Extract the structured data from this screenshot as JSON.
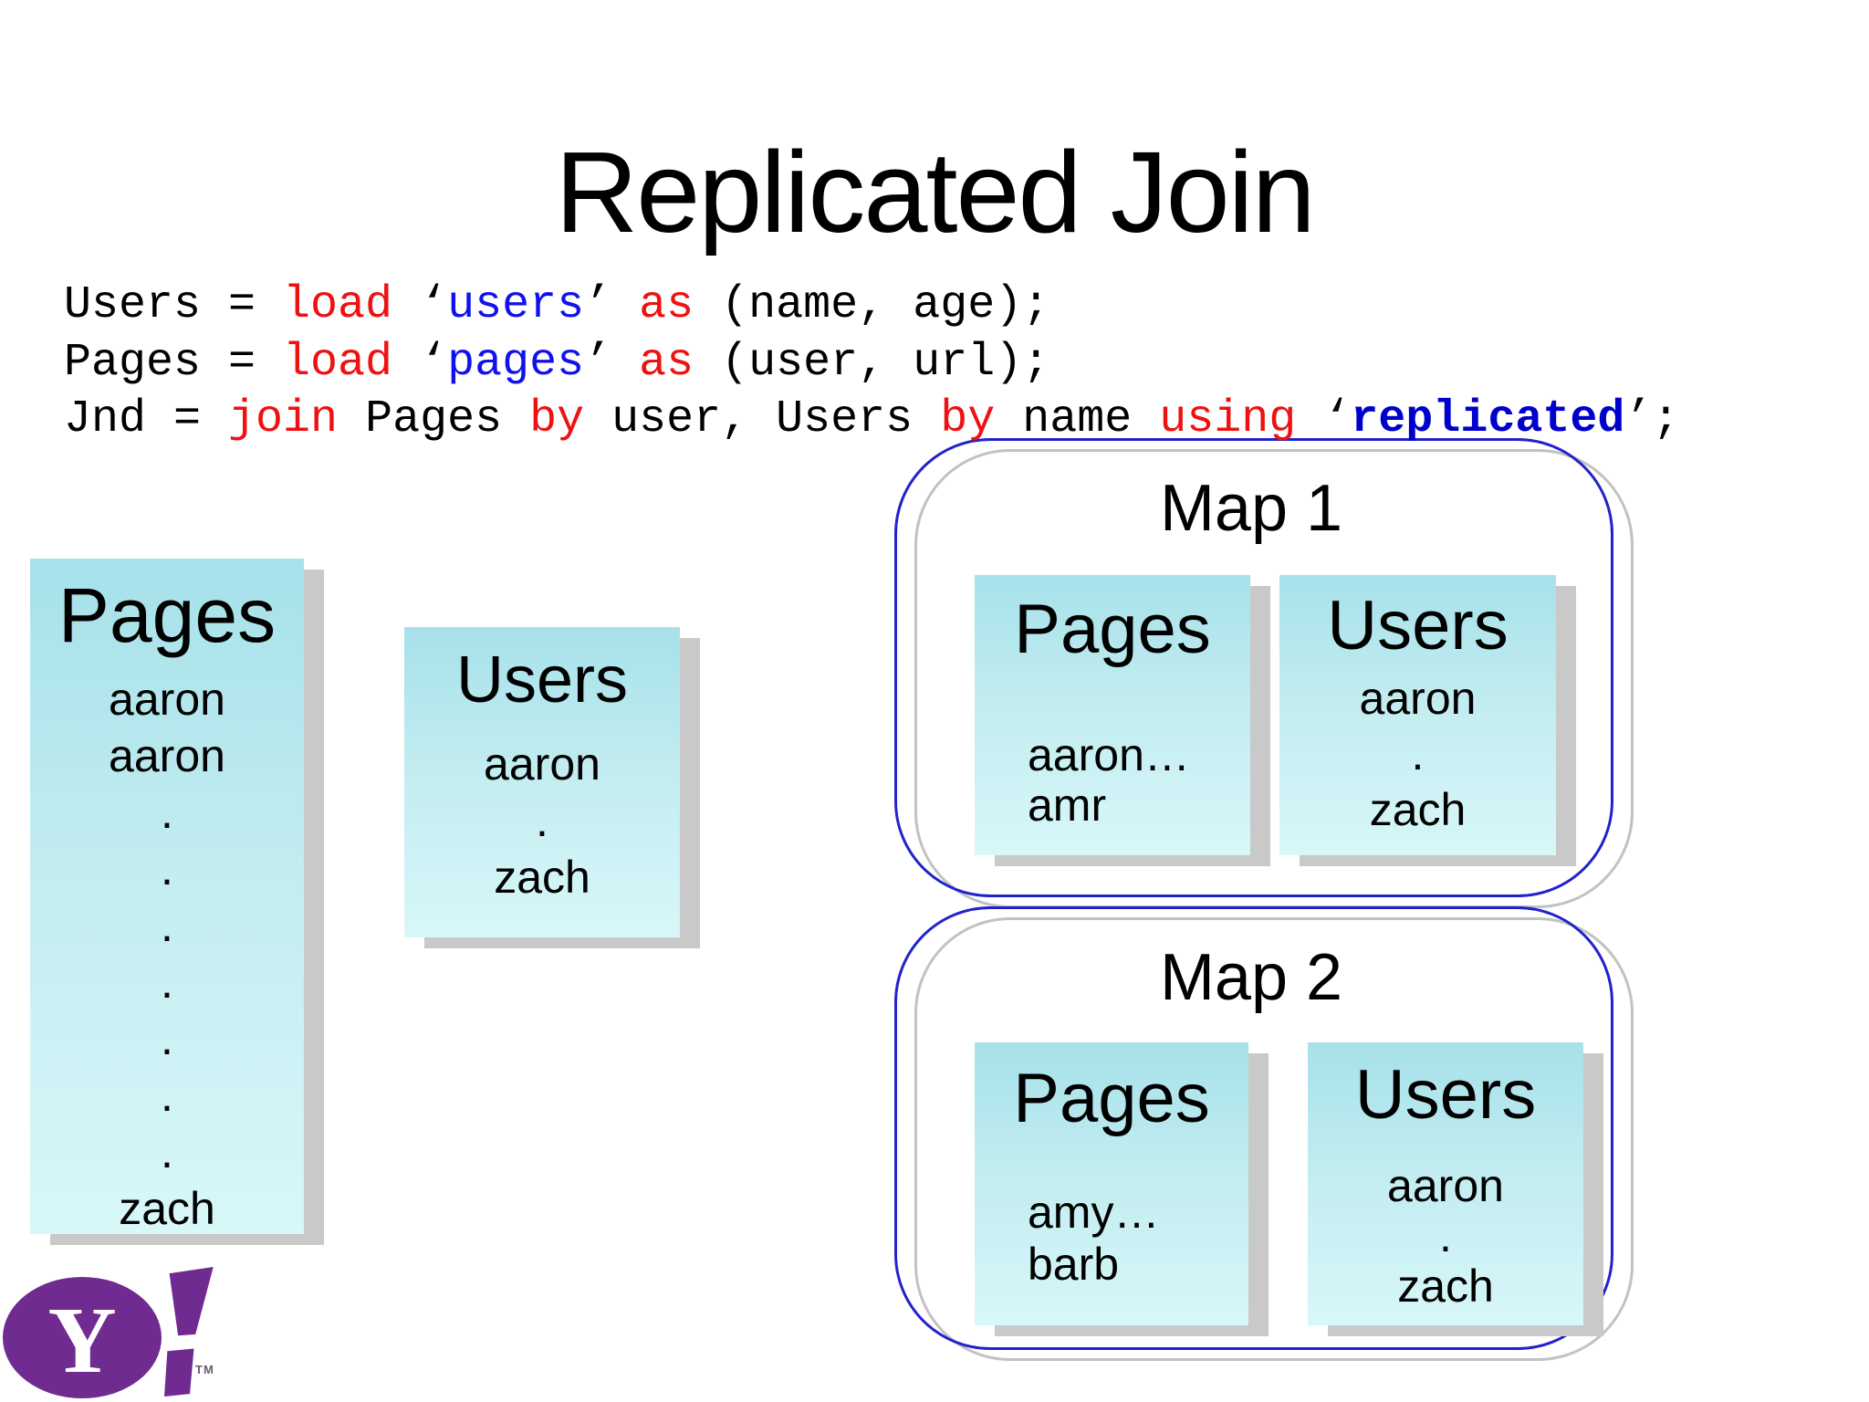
{
  "slide": {
    "title": "Replicated Join"
  },
  "code": {
    "line1": {
      "s0": "Users = ",
      "s1": "load",
      "s2": " ‘",
      "s3": "users",
      "s4": "’ ",
      "s5": "as",
      "s6": " (name, age);"
    },
    "line2": {
      "s0": "Pages = ",
      "s1": "load",
      "s2": " ‘",
      "s3": "pages",
      "s4": "’ ",
      "s5": "as",
      "s6": " (user, url);"
    },
    "line3": {
      "s0": "Jnd = ",
      "s1": "join",
      "s2": " Pages ",
      "s3": "by",
      "s4": " user, Users ",
      "s5": "by",
      "s6": " name ",
      "s7": "using",
      "s8": " ‘",
      "s9": "replicated",
      "s10": "’;"
    }
  },
  "left_pages": {
    "title": "Pages",
    "rows": [
      "aaron",
      "aaron",
      ".",
      ".",
      ".",
      ".",
      ".",
      ".",
      ".",
      "zach"
    ]
  },
  "mid_users": {
    "title": "Users",
    "rows": [
      "aaron",
      ".",
      "zach"
    ]
  },
  "map1": {
    "label": "Map 1",
    "pages": {
      "title": "Pages",
      "rows": [
        "aaron…",
        "amr"
      ]
    },
    "users": {
      "title": "Users",
      "rows": [
        "aaron",
        ".",
        "zach"
      ]
    }
  },
  "map2": {
    "label": "Map 2",
    "pages": {
      "title": "Pages",
      "rows": [
        "amy…",
        "barb"
      ]
    },
    "users": {
      "title": "Users",
      "rows": [
        "aaron",
        ".",
        "zach"
      ]
    }
  },
  "logo": {
    "y": "Y",
    "bang": "!",
    "tm": "TM"
  },
  "colors": {
    "code_red": "#ee1111",
    "code_blue": "#1111ee",
    "replicated_blue": "#0000cc",
    "map_border": "#2222cc",
    "shadow": "#c9c9c9",
    "box_cyan_top": "#a7e1ea",
    "box_cyan_bottom": "#d8f7f9",
    "yahoo_purple": "#6f2b8f"
  }
}
